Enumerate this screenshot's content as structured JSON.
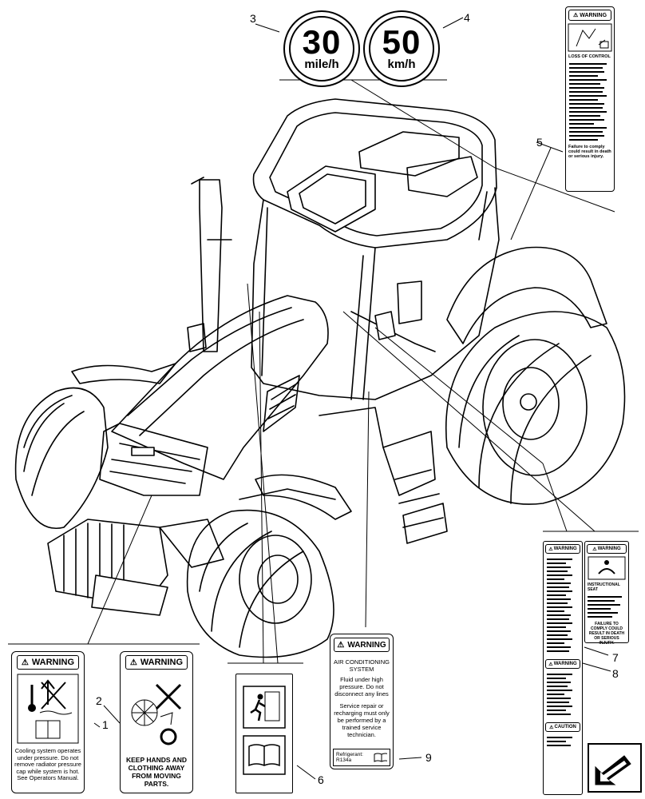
{
  "callouts": {
    "c1": "1",
    "c2": "2",
    "c3": "3",
    "c4": "4",
    "c5": "5",
    "c6": "6",
    "c7": "7",
    "c8": "8",
    "c9": "9"
  },
  "signs": {
    "speed_30": {
      "value": "30",
      "unit": "mile/h"
    },
    "speed_50": {
      "value": "50",
      "unit": "km/h"
    }
  },
  "decal1": {
    "header": "WARNING",
    "text": "Cooling system operates under pressure. Do not remove radiator pressure cap while system is hot. See Operators Manual."
  },
  "decal2": {
    "header": "WARNING",
    "text": "KEEP HANDS AND CLOTHING AWAY FROM MOVING PARTS."
  },
  "decal9": {
    "header": "WARNING",
    "title": "AIR CONDITIONING SYSTEM",
    "line1": "Fluid under high pressure. Do not disconnect any lines",
    "line2": "Service repair or recharging must only be performed by a trained service technician.",
    "footer": "Refrigerant: R134a"
  },
  "decal5": {
    "header": "WARNING",
    "title": "LOSS OF CONTROL",
    "body": "Failure to comply could result in death or serious injury."
  },
  "decal7": {
    "header": "WARNING",
    "title": "INSTRUCTIONAL SEAT",
    "body": "FAILURE TO COMPLY COULD RESULT IN DEATH OR SERIOUS INJURY."
  },
  "decal8": {
    "header": "WARNING",
    "header2": "WARNING",
    "header3": "CAUTION"
  }
}
